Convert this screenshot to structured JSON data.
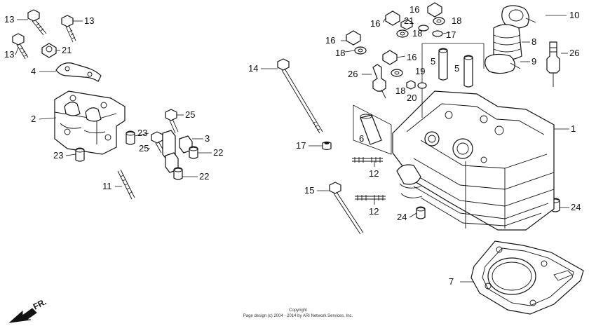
{
  "callouts": [
    {
      "id": "c13a",
      "text": "13"
    },
    {
      "id": "c13b",
      "text": "13"
    },
    {
      "id": "c13c",
      "text": "13"
    },
    {
      "id": "c21a",
      "text": "21"
    },
    {
      "id": "c4",
      "text": "4"
    },
    {
      "id": "c2",
      "text": "2"
    },
    {
      "id": "c25a",
      "text": "25"
    },
    {
      "id": "c23a",
      "text": "23"
    },
    {
      "id": "c25b",
      "text": "25"
    },
    {
      "id": "c3",
      "text": "3"
    },
    {
      "id": "c22a",
      "text": "22"
    },
    {
      "id": "c23b",
      "text": "23"
    },
    {
      "id": "c22b",
      "text": "22"
    },
    {
      "id": "c11",
      "text": "11"
    },
    {
      "id": "c14",
      "text": "14"
    },
    {
      "id": "c17a",
      "text": "17"
    },
    {
      "id": "c15",
      "text": "15"
    },
    {
      "id": "c12a",
      "text": "12"
    },
    {
      "id": "c12b",
      "text": "12"
    },
    {
      "id": "c24a",
      "text": "24"
    },
    {
      "id": "c16a",
      "text": "16"
    },
    {
      "id": "c21b",
      "text": "21"
    },
    {
      "id": "c16b",
      "text": "16"
    },
    {
      "id": "c18a",
      "text": "18"
    },
    {
      "id": "c18b",
      "text": "18"
    },
    {
      "id": "c17b",
      "text": "17"
    },
    {
      "id": "c16c",
      "text": "16"
    },
    {
      "id": "c18c",
      "text": "18"
    },
    {
      "id": "c16d",
      "text": "16"
    },
    {
      "id": "c26a",
      "text": "26"
    },
    {
      "id": "c18d",
      "text": "18"
    },
    {
      "id": "c19",
      "text": "19"
    },
    {
      "id": "c20",
      "text": "20"
    },
    {
      "id": "c5a",
      "text": "5"
    },
    {
      "id": "c5b",
      "text": "5"
    },
    {
      "id": "c6",
      "text": "6"
    },
    {
      "id": "c10",
      "text": "10"
    },
    {
      "id": "c8",
      "text": "8"
    },
    {
      "id": "c9",
      "text": "9"
    },
    {
      "id": "c26b",
      "text": "26"
    },
    {
      "id": "c1",
      "text": "1"
    },
    {
      "id": "c24b",
      "text": "24"
    },
    {
      "id": "c7",
      "text": "7"
    }
  ],
  "direction_label": "FR.",
  "copyright": {
    "line1": "Copyright",
    "line2": "Page design (c) 2004 - 2014 by ARI Network Services, Inc."
  }
}
